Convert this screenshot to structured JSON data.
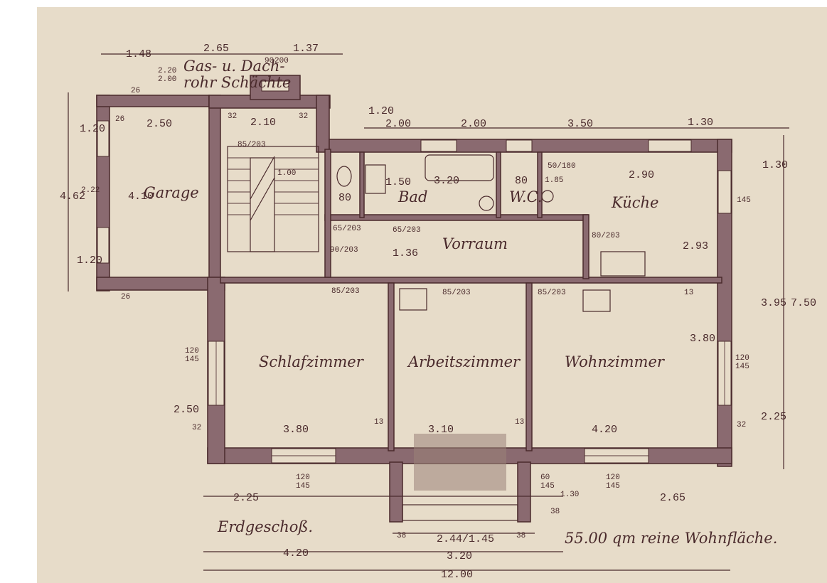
{
  "dims": {
    "top_1_48": "1.48",
    "top_2_65": "2.65",
    "top_1_37": "1.37",
    "top_90": "90",
    "top_200": "200",
    "top_2_20": "2.20",
    "top_2_00": "2.00",
    "top_1_20": "1.20",
    "top_2_00b": "2.00",
    "top_2_00c": "2.00",
    "top_3_50": "3.50",
    "top_1_30": "1.30",
    "left_1_20": "1.20",
    "left_4_62": "4.62",
    "left_2_22": "2.22",
    "left_1_20b": "1.20",
    "garage_2_50": "2.50",
    "garage_4_10": "4.10",
    "stair_2_10": "2.10",
    "d_26a": "26",
    "d_26b": "26",
    "d_26c": "26",
    "d_32a": "32",
    "d_32b": "32",
    "d_85_203": "85/203",
    "d_1_00": "1.00",
    "d_80": "80",
    "d_1_50": "1.50",
    "bad_3_20": "3.20",
    "d_80b": "80",
    "d_1_85": "1.85",
    "d_50_180": "50/180",
    "kue_2_90": "2.90",
    "d_1_30r": "1.30",
    "d_145": "145",
    "d_65_203a": "65/203",
    "d_65_203b": "65/203",
    "d_90_203": "90/203",
    "d_1_36": "1.36",
    "d_80_203": "80/203",
    "d_2_93": "2.93",
    "d_85_203b": "85/203",
    "d_85_203c": "85/203",
    "d_85_203d": "85/203",
    "d_13a": "13",
    "d_3_80r": "3.80",
    "d_3_95": "3.95",
    "d_7_50": "7.50",
    "d_120_145l": "120\n145",
    "d_2_50l": "2.50",
    "d_3_80": "3.80",
    "d_3_10": "3.10",
    "d_4_20": "4.20",
    "d_13b": "13",
    "d_13c": "13",
    "d_120_145r": "120\n145",
    "d_2_25r": "2.25",
    "d_32l": "32",
    "d_32r": "32",
    "d_120_145b1": "120\n145",
    "d_60_145": "60\n145",
    "d_1_30b": "1.30",
    "d_120_145b2": "120\n145",
    "d_2_25": "2.25",
    "d_2_65": "2.65",
    "d_38a": "38",
    "d_2_44_1_45": "2.44/1.45",
    "d_38b": "38",
    "d_38c": "38",
    "bot_4_20": "4.20",
    "bot_3_20": "3.20",
    "bot_12_00": "12.00"
  },
  "rooms": {
    "garage": "Garage",
    "bad": "Bad",
    "kueche": "Küche",
    "vorraum": "Vorraum",
    "schlafzimmer": "Schlafzimmer",
    "arbeitszimmer": "Arbeitszimmer",
    "wohnzimmer": "Wohnzimmer",
    "wc": "W.C."
  },
  "notes": {
    "floor": "Erdgeschoß.",
    "area": "55.00 qm reine Wohnfläche.",
    "chimney": "Gas- u. Dach-\nrohr Schächte"
  },
  "colors": {
    "paper": "#e7dcc9",
    "ink": "#4a2a2c",
    "wall_fill": "#8a6a70"
  }
}
